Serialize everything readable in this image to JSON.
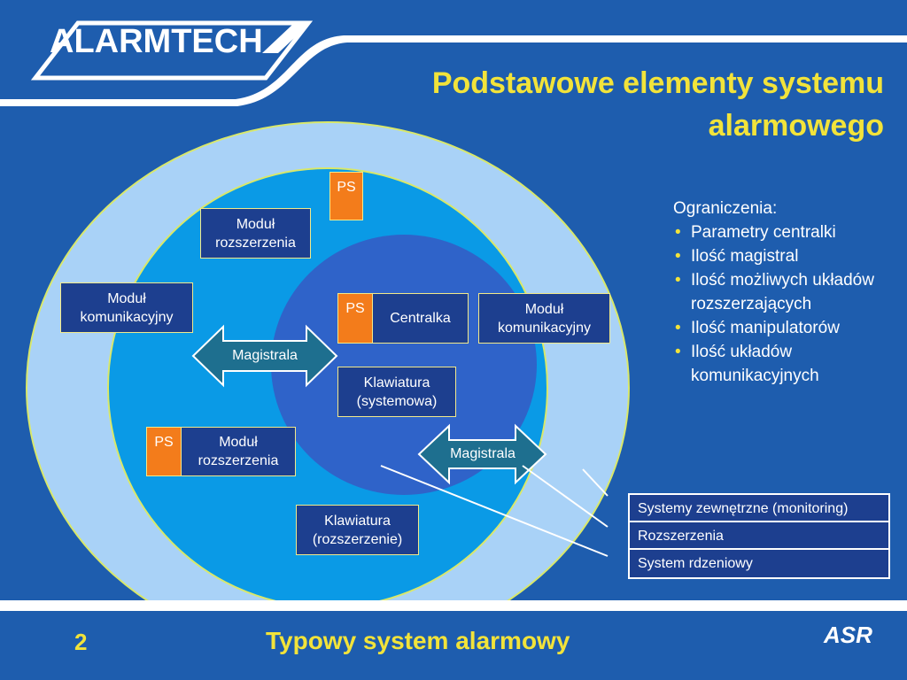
{
  "logo": {
    "text": "ALARMTECH"
  },
  "title": {
    "line1": "Podstawowe elementy systemu",
    "line2": "alarmowego"
  },
  "limitations": {
    "heading": "Ograniczenia:",
    "items": [
      "Parametry centralki",
      "Ilość magistral",
      "Ilość możliwych układów rozszerzających",
      "Ilość manipulatorów",
      "Ilość układów komunikacyjnych"
    ]
  },
  "diagram": {
    "ps_top": "PS",
    "ext_module_top": "Moduł rozszerzenia",
    "comm_module_left": "Moduł komunikacyjny",
    "ps_central": "PS",
    "central": "Centralka",
    "comm_module_right": "Moduł komunikacyjny",
    "bus_left": "Magistrala",
    "keypad_system": "Klawiatura (systemowa)",
    "ps_ext_bottom": "PS",
    "ext_module_bottom": "Moduł rozszerzenia",
    "bus_right": "Magistrala",
    "keypad_ext": "Klawiatura (rozszerzenie)"
  },
  "legend": {
    "items": [
      "Systemy zewnętrzne (monitoring)",
      "Rozszerzenia",
      "System rdzeniowy"
    ]
  },
  "footer": {
    "page_number": "2",
    "title": "Typowy system alarmowy",
    "brand": "ASR"
  },
  "colors": {
    "background": "#1e5dae",
    "outer_ring": "#a9d2f7",
    "middle_ring": "#0a9ae6",
    "core": "#2f63c9",
    "box": "#1d3f8f",
    "ps": "#f37c1b",
    "title": "#f2e33a"
  }
}
